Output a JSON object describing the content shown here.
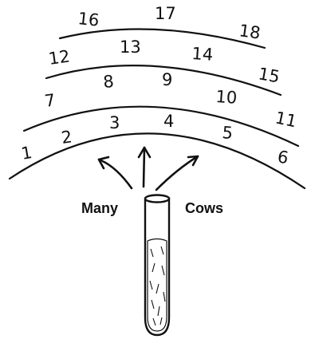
{
  "diagram": {
    "rows": [
      {
        "numbers": [
          "1",
          "2",
          "3",
          "4",
          "5",
          "6"
        ]
      },
      {
        "numbers": [
          "7",
          "8",
          "9",
          "10",
          "11"
        ]
      },
      {
        "numbers": [
          "12",
          "13",
          "14",
          "15"
        ]
      },
      {
        "numbers": [
          "16",
          "17",
          "18"
        ]
      }
    ],
    "left_label": "Many",
    "right_label": "Cows",
    "icons": {
      "arrows": [
        "arrow-left-icon",
        "arrow-up-icon",
        "arrow-right-icon"
      ],
      "tube": "test-tube-icon"
    }
  }
}
